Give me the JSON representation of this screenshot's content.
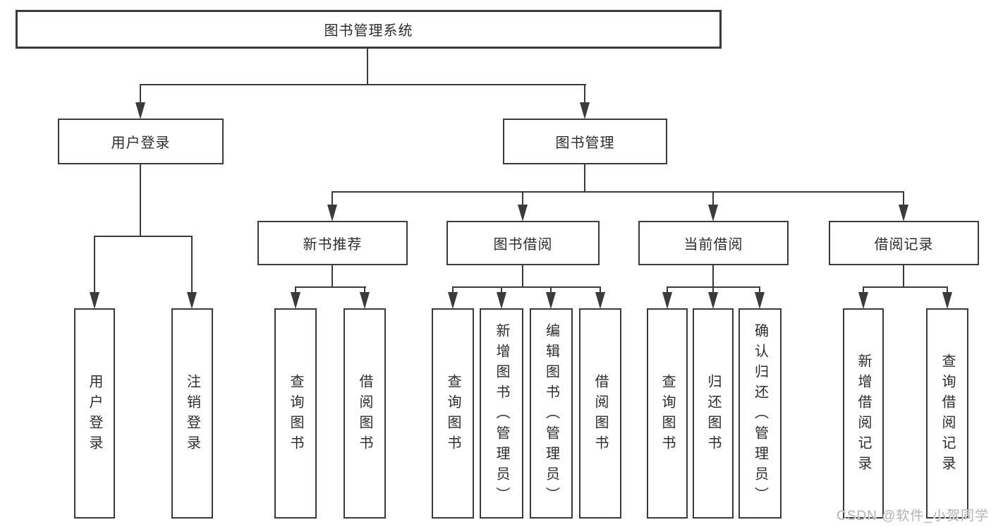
{
  "colors": {
    "line": "#3b3b3b",
    "text": "#2d2d2d",
    "watermark": "#b3b3b3",
    "background": "#ffffff"
  },
  "root": {
    "label": "图书管理系统"
  },
  "user_login": {
    "label": "用户登录",
    "children": [
      "用户登录",
      "注销登录"
    ]
  },
  "book_mgmt": {
    "label": "图书管理"
  },
  "new_book": {
    "label": "新书推荐",
    "children": [
      "查询图书",
      "借阅图书"
    ]
  },
  "book_borrow": {
    "label": "图书借阅",
    "children": [
      "查询图书",
      "新增图书（管理员）",
      "编辑图书（管理员）",
      "借阅图书"
    ]
  },
  "current_borrow": {
    "label": "当前借阅",
    "children": [
      "查询图书",
      "归还图书",
      "确认归还（管理员）"
    ]
  },
  "borrow_record": {
    "label": "借阅记录",
    "children": [
      "新增借阅记录",
      "查询借阅记录"
    ]
  },
  "watermark": "CSDN @软件_小贺同学"
}
